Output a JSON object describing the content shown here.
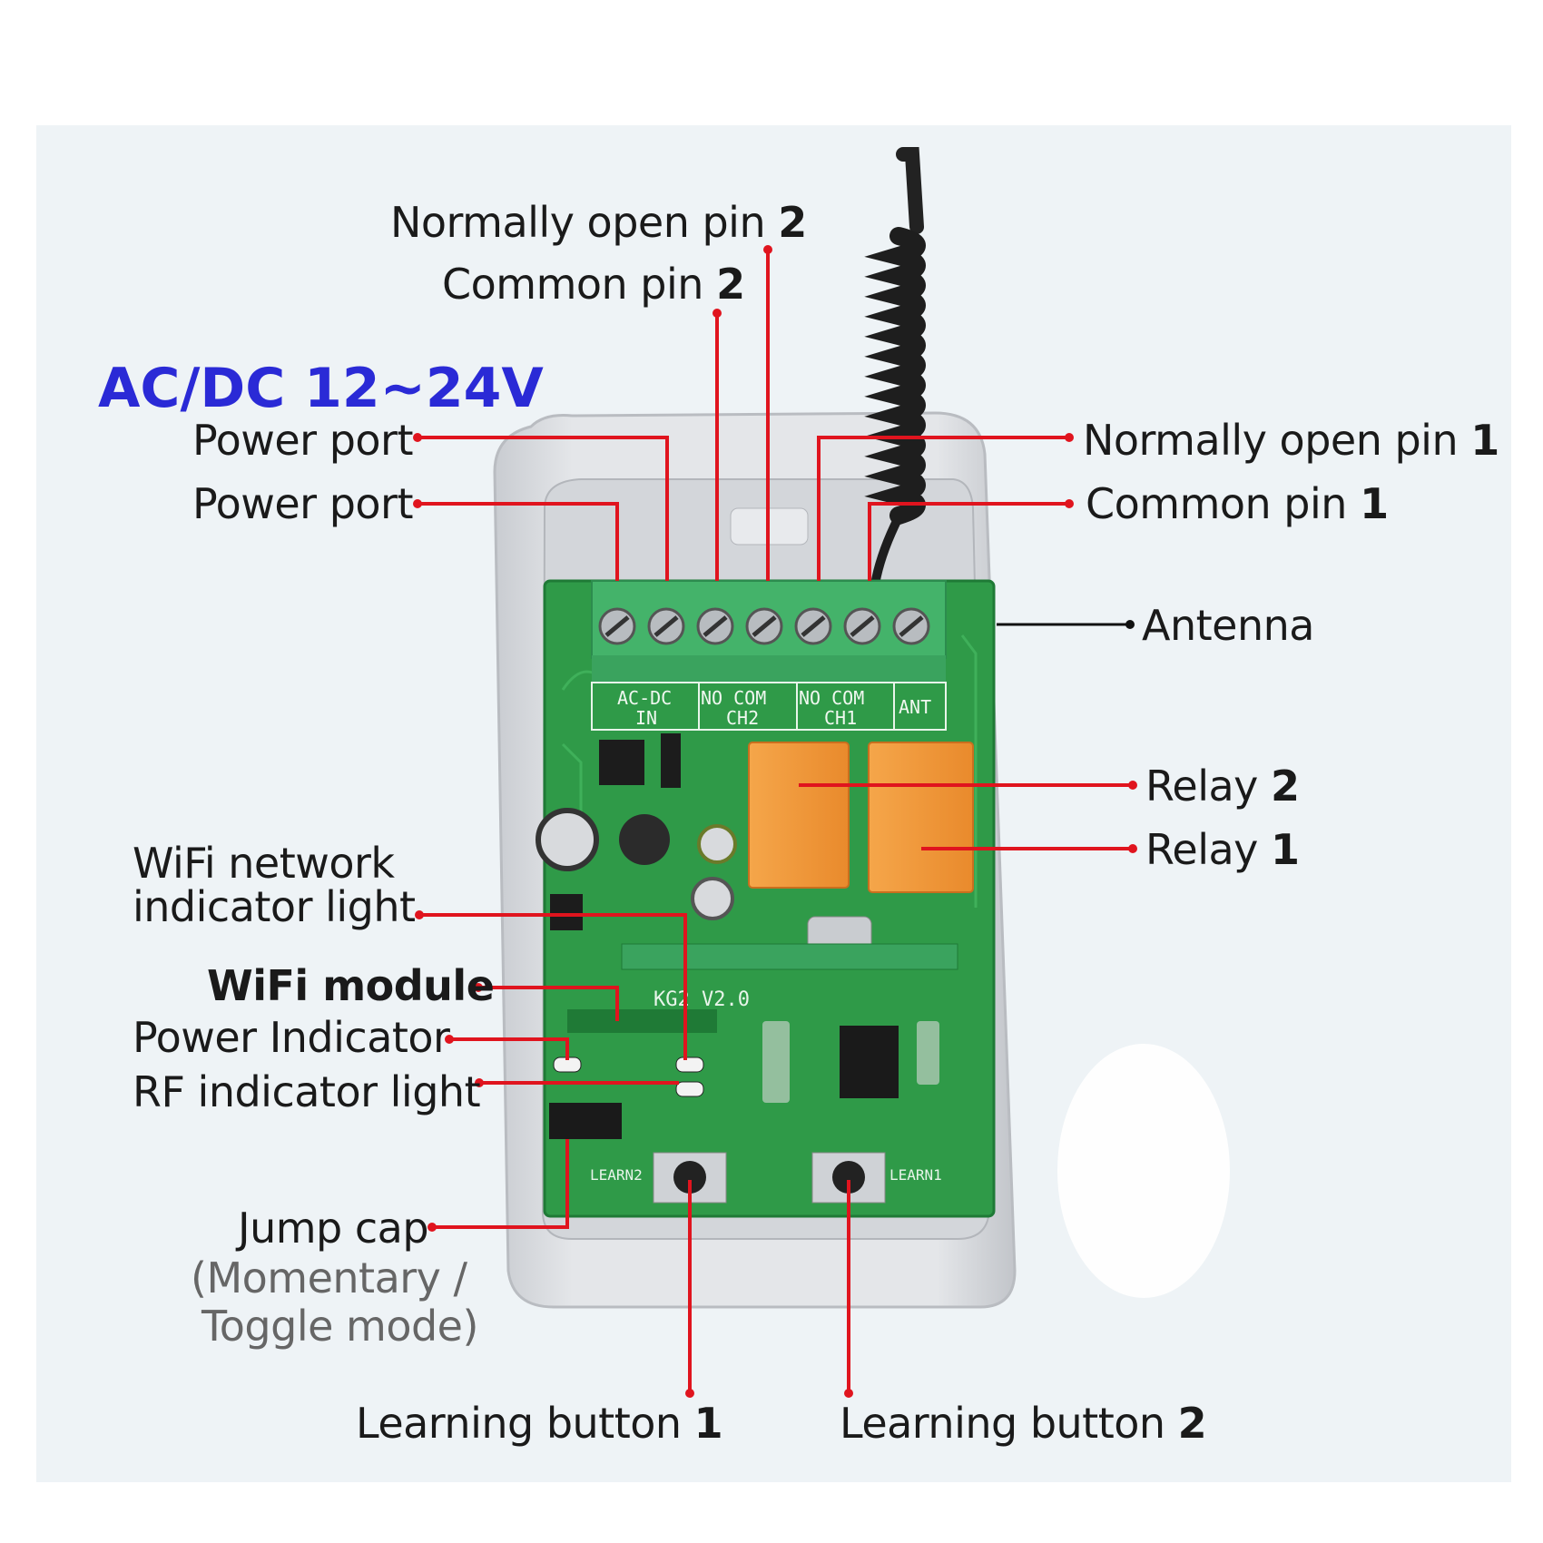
{
  "voltage": "AC/DC 12~24V",
  "labels": {
    "power_port_a": "Power port",
    "power_port_b": "Power port",
    "no_pin_2_text": "Normally open pin",
    "no_pin_2_num": "2",
    "com_pin_2_text": "Common pin",
    "com_pin_2_num": "2",
    "no_pin_1_text": "Normally open pin",
    "no_pin_1_num": "1",
    "com_pin_1_text": "Common pin",
    "com_pin_1_num": "1",
    "antenna": "Antenna",
    "relay_2_text": "Relay",
    "relay_2_num": "2",
    "relay_1_text": "Relay",
    "relay_1_num": "1",
    "wifi_light_line1": "WiFi network",
    "wifi_light_line2": "indicator light",
    "wifi_module": "WiFi module",
    "power_indicator": "Power Indicator",
    "rf_light": "RF indicator light",
    "jump_cap": "Jump cap",
    "jump_mode_line1": "(Momentary /",
    "jump_mode_line2": "Toggle mode)",
    "learn_1_text": "Learning button",
    "learn_1_num": "1",
    "learn_2_text": "Learning button",
    "learn_2_num": "2"
  },
  "board_silk": {
    "terminal_in": "IN",
    "terminal_acdc": "AC-DC",
    "terminal_ch2": "CH2",
    "terminal_ch2_pins": "NO COM",
    "terminal_ch1": "CH1",
    "terminal_ch1_pins": "NO COM",
    "terminal_ant": "ANT",
    "model": "KG2 V2.0",
    "learn1_silk": "LEARN1",
    "learn2_silk": "LEARN2"
  },
  "colors": {
    "leader_red": "#e0141e",
    "leader_black": "#111111",
    "voltage_blue": "#2a2ad6",
    "pcb_green": "#2f9a48",
    "relay_orange": "#f29a3c",
    "terminal_green": "#44b36a"
  }
}
